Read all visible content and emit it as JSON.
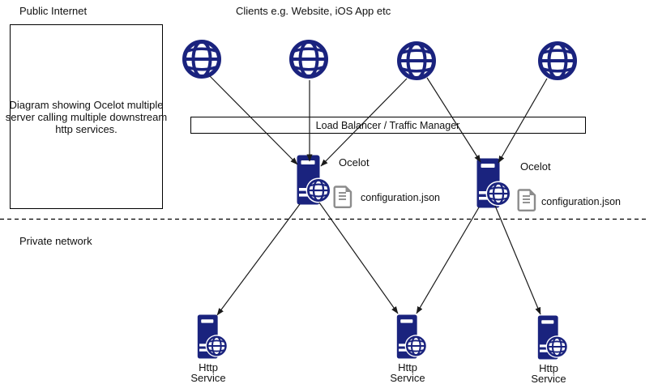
{
  "labels": {
    "public_zone": "Public Internet",
    "private_zone": "Private network",
    "clients": "Clients e.g. Website, iOS App etc",
    "load_balancer": "Load Balancer / Traffic Manager",
    "description_lines": [
      "Diagram showing Ocelot multiple",
      "server calling multiple downstream",
      "http services."
    ]
  },
  "gateways": [
    {
      "label": "Ocelot",
      "config_file": "configuration.json"
    },
    {
      "label": "Ocelot",
      "config_file": "configuration.json"
    }
  ],
  "services": [
    {
      "label": "Http Service"
    },
    {
      "label": "Http Service"
    },
    {
      "label": "Http Service"
    }
  ],
  "icons": {
    "client": "globe-icon",
    "gateway": "server-globe-icon",
    "service": "server-globe-icon",
    "config": "document-icon"
  },
  "colors": {
    "icon_navy": "#1a237e",
    "document_gray": "#8c8c8c",
    "line_black": "#1a1a1a",
    "background": "#ffffff"
  }
}
